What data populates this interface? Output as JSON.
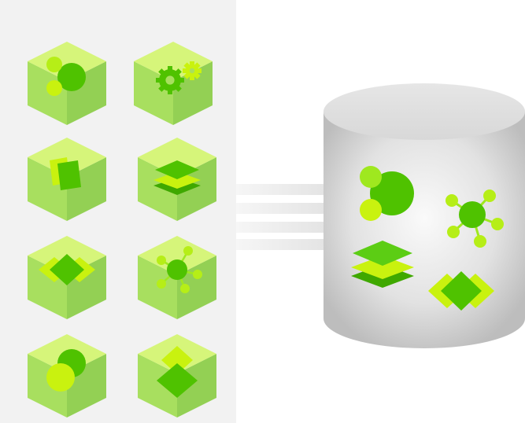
{
  "colors": {
    "panel_bg": "#f2f2f2",
    "cube_top": "#d6f57a",
    "cube_left": "#a8df5f",
    "cube_right": "#93d054",
    "icon_dark": "#4fc200",
    "icon_mid": "#66d11a",
    "icon_light": "#c9f20f",
    "cylinder_side": "#d6d6d6",
    "cylinder_top": "#e8e8e8",
    "connector": "#ececec"
  },
  "cubes": [
    {
      "name": "cube-nodes",
      "icon": "node-cluster-icon"
    },
    {
      "name": "cube-gears",
      "icon": "gears-icon"
    },
    {
      "name": "cube-cards",
      "icon": "cards-icon"
    },
    {
      "name": "cube-layers",
      "icon": "layers-icon"
    },
    {
      "name": "cube-diamonds",
      "icon": "diamonds-icon"
    },
    {
      "name": "cube-network",
      "icon": "network-hub-icon"
    },
    {
      "name": "cube-circles",
      "icon": "overlapping-circles-icon"
    },
    {
      "name": "cube-stacked-diamonds",
      "icon": "stacked-diamonds-icon"
    }
  ],
  "database": {
    "icons": [
      "node-cluster-icon",
      "network-hub-icon",
      "layers-icon",
      "diamonds-icon"
    ]
  }
}
